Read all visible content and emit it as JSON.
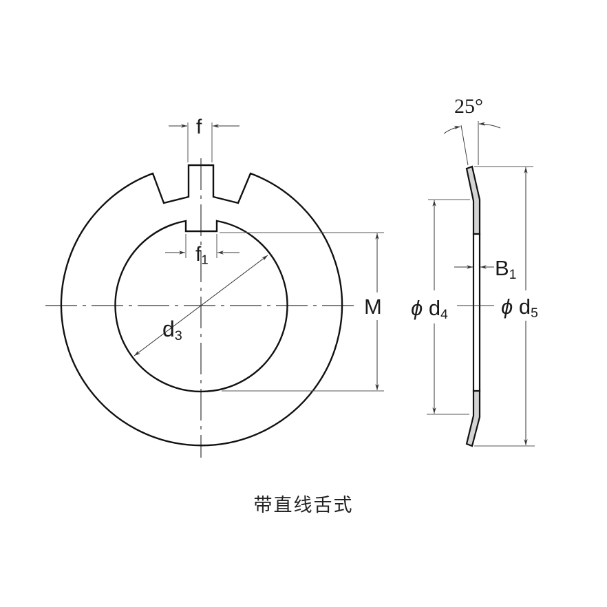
{
  "caption": "带直线舌式",
  "colors": {
    "outline": "#1a1a1a",
    "dimension_line": "#555555",
    "section_fill": "#d4d4d4",
    "background": "#ffffff"
  },
  "front_view": {
    "labels": {
      "f": "f",
      "f1_base": "f",
      "f1_sub": "1",
      "d3_base": "d",
      "d3_sub": "3",
      "M": "M"
    }
  },
  "side_view": {
    "labels": {
      "angle": "25°",
      "B1_base": "B",
      "B1_sub": "1",
      "d4_symbol": "ϕ",
      "d4_base": "d",
      "d4_sub": "4",
      "d5_symbol": "ϕ",
      "d5_base": "d",
      "d5_sub": "5"
    }
  }
}
